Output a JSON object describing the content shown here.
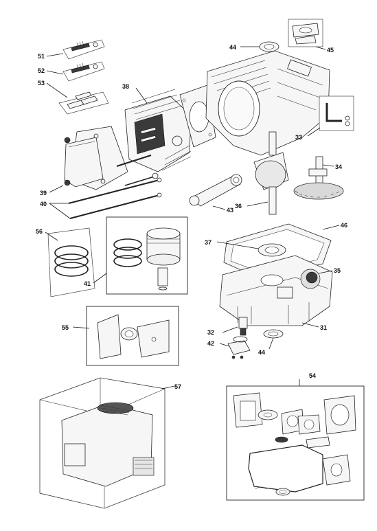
{
  "callouts": {
    "c31": "31",
    "c32": "32",
    "c33": "33",
    "c34": "34",
    "c35": "35",
    "c36": "36",
    "c37": "37",
    "c38": "38",
    "c39": "39",
    "c40": "40",
    "c41": "41",
    "c42": "42",
    "c43": "43",
    "c44a": "44",
    "c44b": "44",
    "c45": "45",
    "c46": "46",
    "c51": "51",
    "c52": "52",
    "c53": "53",
    "c54": "54",
    "c55": "55",
    "c56": "56",
    "c57": "57"
  }
}
